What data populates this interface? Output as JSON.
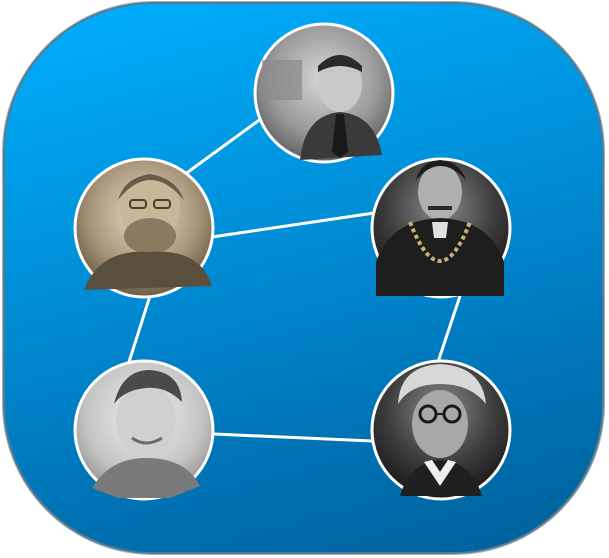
{
  "background": {
    "gradient_top": "#00b0ff",
    "gradient_bottom": "#005f98",
    "border_color": "#5a7a8a"
  },
  "nodes": [
    {
      "id": "top",
      "icon": "person-portrait-icon",
      "tone": "gray"
    },
    {
      "id": "left-upper",
      "icon": "person-portrait-icon",
      "tone": "sepia"
    },
    {
      "id": "right-upper",
      "icon": "person-portrait-icon",
      "tone": "dark"
    },
    {
      "id": "left-lower",
      "icon": "person-portrait-icon",
      "tone": "light"
    },
    {
      "id": "right-lower",
      "icon": "person-portrait-icon",
      "tone": "dark"
    }
  ],
  "edges": [
    [
      "left-upper",
      "top"
    ],
    [
      "left-upper",
      "right-upper"
    ],
    [
      "left-upper",
      "left-lower"
    ],
    [
      "right-upper",
      "right-lower"
    ],
    [
      "left-lower",
      "right-lower"
    ]
  ],
  "line_color": "#ffffff"
}
